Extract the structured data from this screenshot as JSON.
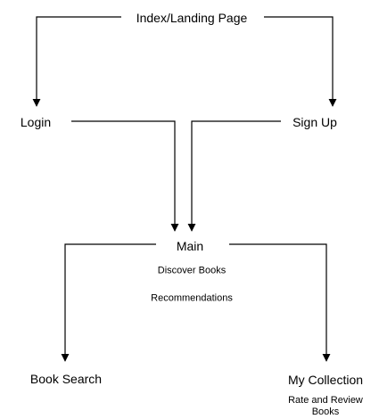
{
  "diagram": {
    "nodes": {
      "index": "Index/Landing Page",
      "login": "Login",
      "signup": "Sign Up",
      "main": "Main",
      "discover": "Discover Books",
      "recommendations": "Recommendations",
      "book_search": "Book Search",
      "my_collection": "My Collection",
      "rate_review": "Rate and Review Books"
    },
    "edges": [
      {
        "from": "index",
        "to": "login"
      },
      {
        "from": "index",
        "to": "signup"
      },
      {
        "from": "login",
        "to": "main"
      },
      {
        "from": "signup",
        "to": "main"
      },
      {
        "from": "main",
        "to": "book_search"
      },
      {
        "from": "main",
        "to": "my_collection"
      }
    ],
    "line_color": "#000000",
    "text_color": "#000000",
    "background": "#ffffff"
  }
}
